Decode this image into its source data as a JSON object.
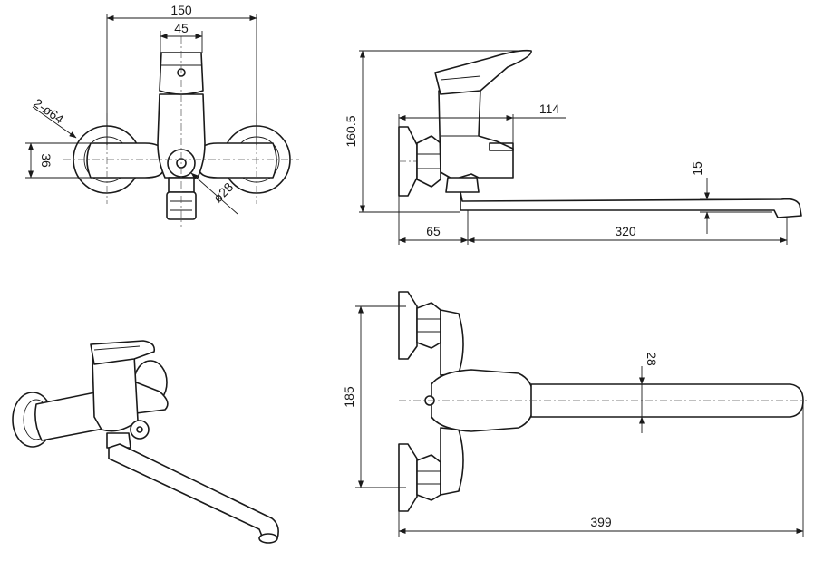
{
  "dimensions": {
    "front_width": "150",
    "front_handle_width": "45",
    "flange_diameter": "2-ø64",
    "outlet_height": "36",
    "knob_diameter": "ø28",
    "side_height": "160.5",
    "side_outlet_depth": "114",
    "spout_height": "15",
    "wall_offset": "65",
    "spout_reach": "320",
    "top_width": "185",
    "spout_diameter": "28",
    "overall_length": "399"
  },
  "colors": {
    "line": "#1a1a1a",
    "background": "#ffffff"
  }
}
